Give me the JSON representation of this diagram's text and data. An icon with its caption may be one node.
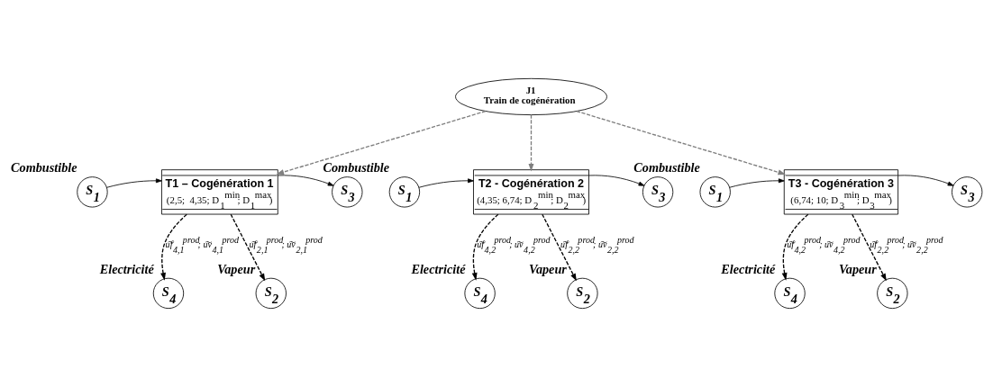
{
  "diagram": {
    "nodes": [
      {
        "text": [
          "J1",
          "Train de cogénération"
        ]
      },
      {
        "text": [
          "S$_{1}$"
        ],
        "beside": [
          "Combustible"
        ]
      },
      {
        "text": [
          "T1 – Cogénération 1",
          "(2,5;  4,35; D$_{1}$$^{min}$; D$_{1}$$^{max}$)"
        ]
      },
      {
        "text": [
          "S$_{3}$"
        ]
      },
      {
        "text": [
          "S$_{4}$"
        ],
        "beside": [
          "Electricité"
        ]
      },
      {
        "text": [
          "S$_{2}$"
        ],
        "beside": [
          "Vapeur"
        ]
      },
      {
        "text": [
          "S$_{1}$"
        ],
        "beside": [
          "Combustible"
        ]
      },
      {
        "text": [
          "T2 - Cogénération 2",
          "(4,35; 6,74; D$_{2}$$^{min}$; D$_{2}$$^{max}$)"
        ]
      },
      {
        "text": [
          "S$_{3}$"
        ]
      },
      {
        "text": [
          "S$_{4}$"
        ],
        "beside": [
          "Electricité"
        ]
      },
      {
        "text": [
          "S$_{2}$"
        ],
        "beside": [
          "Vapeur"
        ]
      },
      {
        "text": [
          "S$_{1}$"
        ],
        "beside": [
          "Combustible"
        ]
      },
      {
        "text": [
          "T3 - Cogénération 3",
          "(6,74; 10; D$_{3}$$^{min}$; D$_{3}$$^{max}$)"
        ]
      },
      {
        "text": [
          "S$_{3}$"
        ]
      },
      {
        "text": [
          "S$_{4}$"
        ],
        "beside": [
          "Electricité"
        ]
      },
      {
        "text": [
          "S$_{2}$"
        ],
        "beside": [
          "Vapeur"
        ]
      }
    ],
    "edges": [
      {
        "from": 0,
        "to": 2,
        "arrow": "to",
        "style": "dashed",
        "color": "#7f7f7f"
      },
      {
        "from": 0,
        "to": 7,
        "arrow": "to",
        "style": "dashed",
        "color": "#7f7f7f"
      },
      {
        "from": 0,
        "to": 12,
        "arrow": "to",
        "style": "dashed",
        "color": "#7f7f7f"
      },
      {
        "from": 1,
        "to": 2,
        "arrow": "to"
      },
      {
        "from": 2,
        "to": 3,
        "arrow": "to"
      },
      {
        "from": 2,
        "to": 4,
        "arrow": "to",
        "style": "dashed",
        "label": "u͠f$_{4,1}$$^{prod}$; u͠v$_{4,1}$$^{prod}$"
      },
      {
        "from": 2,
        "to": 5,
        "arrow": "to",
        "style": "dashed",
        "label": "u͠f$_{2,1}$$^{prod}$; u͠v$_{2,1}$$^{prod}$"
      },
      {
        "from": 6,
        "to": 7,
        "arrow": "to"
      },
      {
        "from": 7,
        "to": 8,
        "arrow": "to"
      },
      {
        "from": 7,
        "to": 9,
        "arrow": "to",
        "style": "dashed",
        "label": "u͠f$_{4,2}$$^{prod}$; u͠v$_{4,2}$$^{prod}$"
      },
      {
        "from": 7,
        "to": 10,
        "arrow": "to",
        "style": "dashed",
        "label": "u͠f$_{2,2}$$^{prod}$; u͠v$_{2,2}$$^{prod}$"
      },
      {
        "from": 11,
        "to": 12,
        "arrow": "to"
      },
      {
        "from": 12,
        "to": 13,
        "arrow": "to"
      },
      {
        "from": 12,
        "to": 14,
        "arrow": "to",
        "style": "dashed",
        "label": "u͠f$_{4,2}$$^{prod}$; u͠v$_{4,2}$$^{prod}$"
      },
      {
        "from": 12,
        "to": 15,
        "arrow": "to",
        "style": "dashed",
        "label": "u͠f$_{2,2}$$^{prod}$; u͠v$_{2,2}$$^{prod}$"
      }
    ]
  }
}
